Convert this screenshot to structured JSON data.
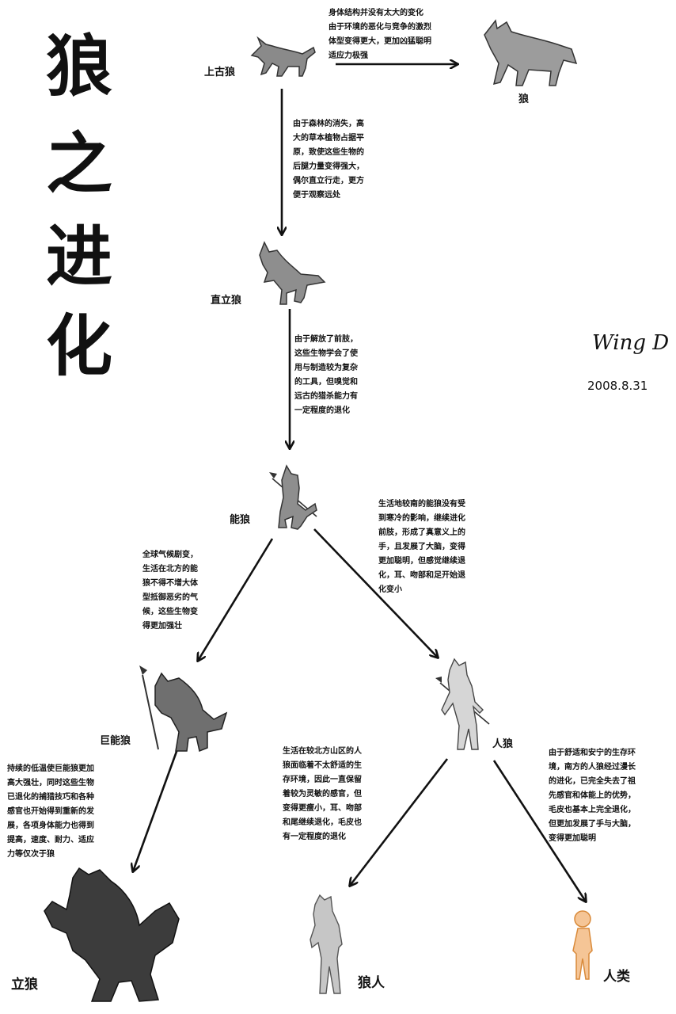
{
  "title": [
    "狼",
    "之",
    "进",
    "化"
  ],
  "signature": "Wing D",
  "date": "2008.8.31",
  "colors": {
    "ancient": "#8a8a8a",
    "wolf": "#9c9c9c",
    "upright": "#8e8e8e",
    "capable": "#8e8e8e",
    "giant": "#6f6f6f",
    "standing": "#3c3c3c",
    "humanwolf": "#d6d6d6",
    "wolfman": "#c6c6c6",
    "human": "#f5c596",
    "human_outline": "#d98a3a"
  },
  "stages": {
    "ancient": "上古狼",
    "wolf": "狼",
    "upright": "直立狼",
    "capable": "能狼",
    "giant": "巨能狼",
    "humanwolf": "人狼",
    "standing": "立狼",
    "wolfman": "狼人",
    "human": "人类"
  },
  "notes": {
    "to_wolf": "身体结构并没有太大的变化\n由于环境的恶化与竞争的激烈\n体型变得更大，更加凶猛聪明\n适应力极强",
    "to_upright": "由于森林的消失，高\n大的草本植物占据平\n原，致使这些生物的\n后腿力量变得强大，\n偶尔直立行走，更方\n便于观察远处",
    "to_capable": "由于解放了前肢，\n这些生物学会了使\n用与制造较为复杂\n的工具，但嗅觉和\n远古的猎杀能力有\n一定程度的退化",
    "to_giant": "全球气候剧变，\n生活在北方的能\n狼不得不增大体\n型抵御恶劣的气\n候，这些生物变\n得更加强壮",
    "to_humanwolf": "生活地较南的能狼没有受\n到寒冷的影响，继续进化\n前肢，形成了真意义上的\n手，且发展了大脑，变得\n更加聪明，但感觉继续退\n化，耳、吻部和足开始退\n化变小",
    "to_standing": "持续的低温使巨能狼更加\n高大强壮，同时这些生物\n已退化的捕猎技巧和各种\n感官也开始得到重新的发\n展，各项身体能力也得到\n提高，速度、耐力、适应\n力等仅次于狼",
    "to_wolfman": "生活在较北方山区的人\n狼面临着不太舒适的生\n存环境，因此一直保留\n着较为灵敏的感官，但\n变得更瘦小，耳、吻部\n和尾继续退化，毛皮也\n有一定程度的退化",
    "to_human": "由于舒适和安宁的生存环\n境，南方的人狼经过漫长\n的进化，已完全失去了祖\n先感官和体能上的优势，\n毛皮也基本上完全退化，\n但更加发展了手与大脑，\n变得更加聪明"
  }
}
